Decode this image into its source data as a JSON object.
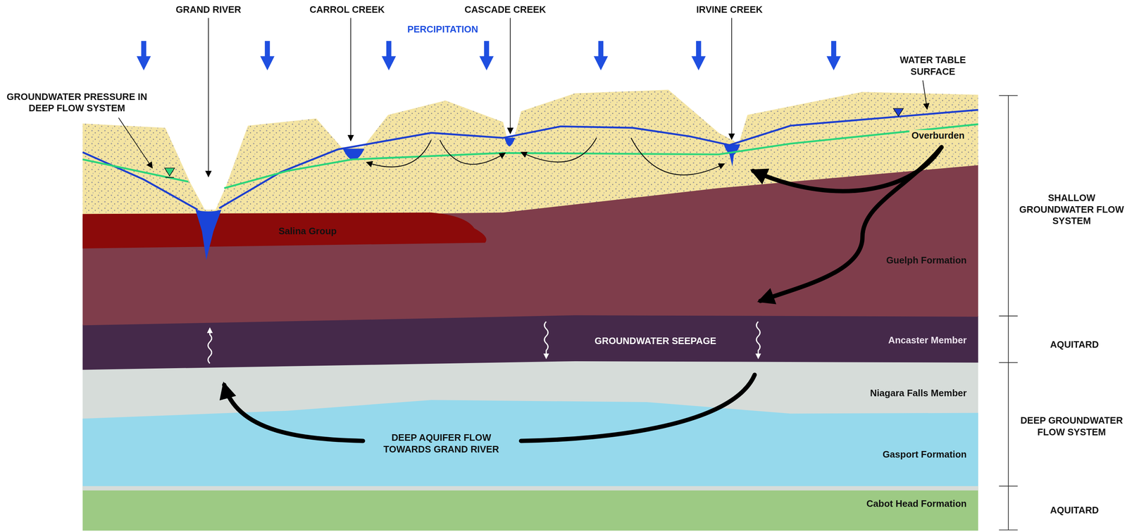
{
  "diagram": {
    "labels": [
      "GRAND RIVER",
      "CARROL CREEK",
      "CASCADE CREEK",
      "IRVINE CREEK",
      "PERCIPITATION",
      "GROUNDWATER PRESSURE IN DEEP FLOW SYSTEM",
      "WATER TABLE SURFACE",
      "Overburden",
      "Salina Group",
      "Guelph Formation",
      "GROUNDWATER SEEPAGE",
      "Ancaster Member",
      "Niagara Falls Member",
      "DEEP AQUIFER FLOW TOWARDS GRAND RIVER",
      "Gasport Formation",
      "Cabot Head Formation",
      "SHALLOW GROUNDWATER FLOW SYSTEM",
      "AQUITARD",
      "DEEP GROUNDWATER FLOW SYSTEM",
      "AQUITARD"
    ]
  }
}
